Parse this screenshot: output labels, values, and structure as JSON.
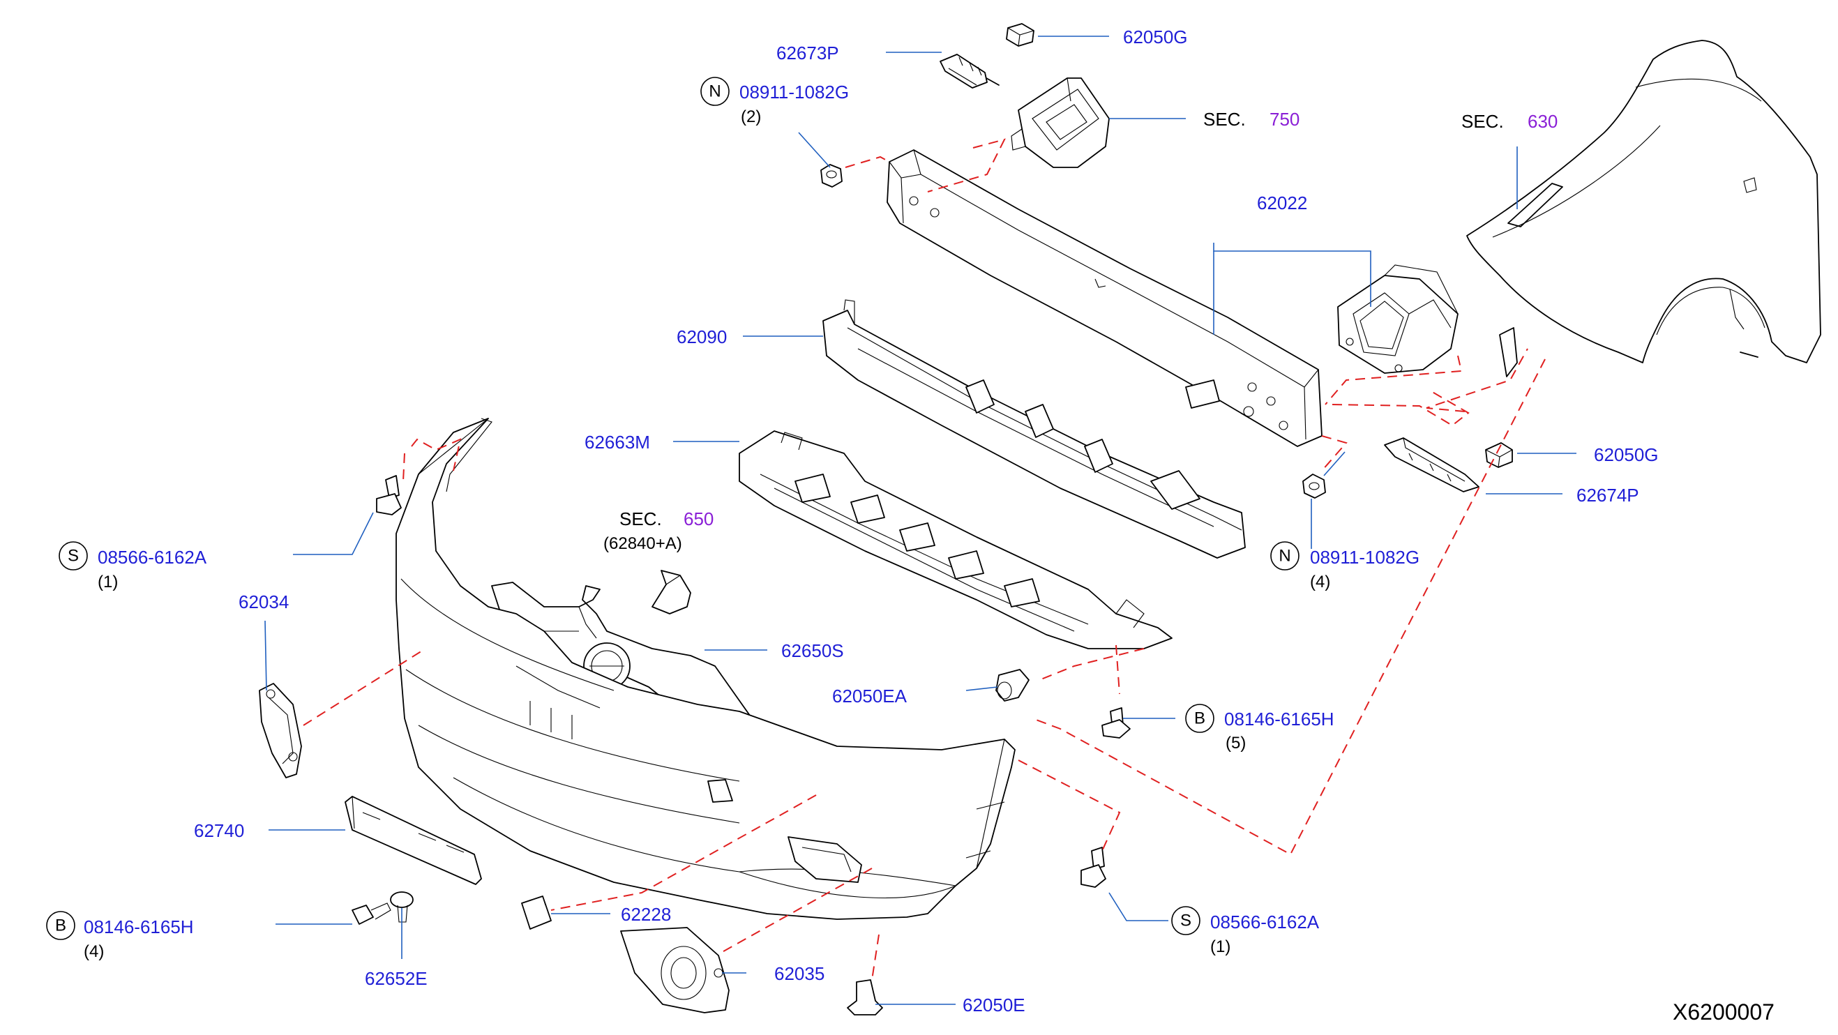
{
  "labels": {
    "p62673P": "62673P",
    "p62050G_top": "62050G",
    "n_top_code": "08911-1082G",
    "n_top_qty": "(2)",
    "sec750_word": "SEC.",
    "sec750_num": "750",
    "sec630_word": "SEC.",
    "sec630_num": "630",
    "p62022": "62022",
    "p62090": "62090",
    "p62663M": "62663M",
    "sec650_word": "SEC.",
    "sec650_num": "650",
    "sec650_sub": "(62840+A)",
    "s_left_code": "08566-6162A",
    "s_left_qty": "(1)",
    "p62034": "62034",
    "p62650S": "62650S",
    "p62050EA": "62050EA",
    "b_mid_code": "08146-6165H",
    "b_mid_qty": "(5)",
    "p62050G_right": "62050G",
    "p62674P": "62674P",
    "n_right_code": "08911-1082G",
    "n_right_qty": "(4)",
    "p62740": "62740",
    "b_left_code": "08146-6165H",
    "b_left_qty": "(4)",
    "p62652E": "62652E",
    "p62228": "62228",
    "p62035": "62035",
    "p62050E": "62050E",
    "s_right_code": "08566-6162A",
    "s_right_qty": "(1)",
    "diagram_code": "X6200007"
  },
  "badges": {
    "n_top": "N",
    "n_right": "N",
    "s_left": "S",
    "s_right": "S",
    "b_mid": "B",
    "b_left": "B"
  },
  "colors": {
    "part_number": "#1f1fd6",
    "section_number": "#8a1fd6",
    "leader": "#1f5fbf",
    "dashed_guide": "#e02020"
  }
}
